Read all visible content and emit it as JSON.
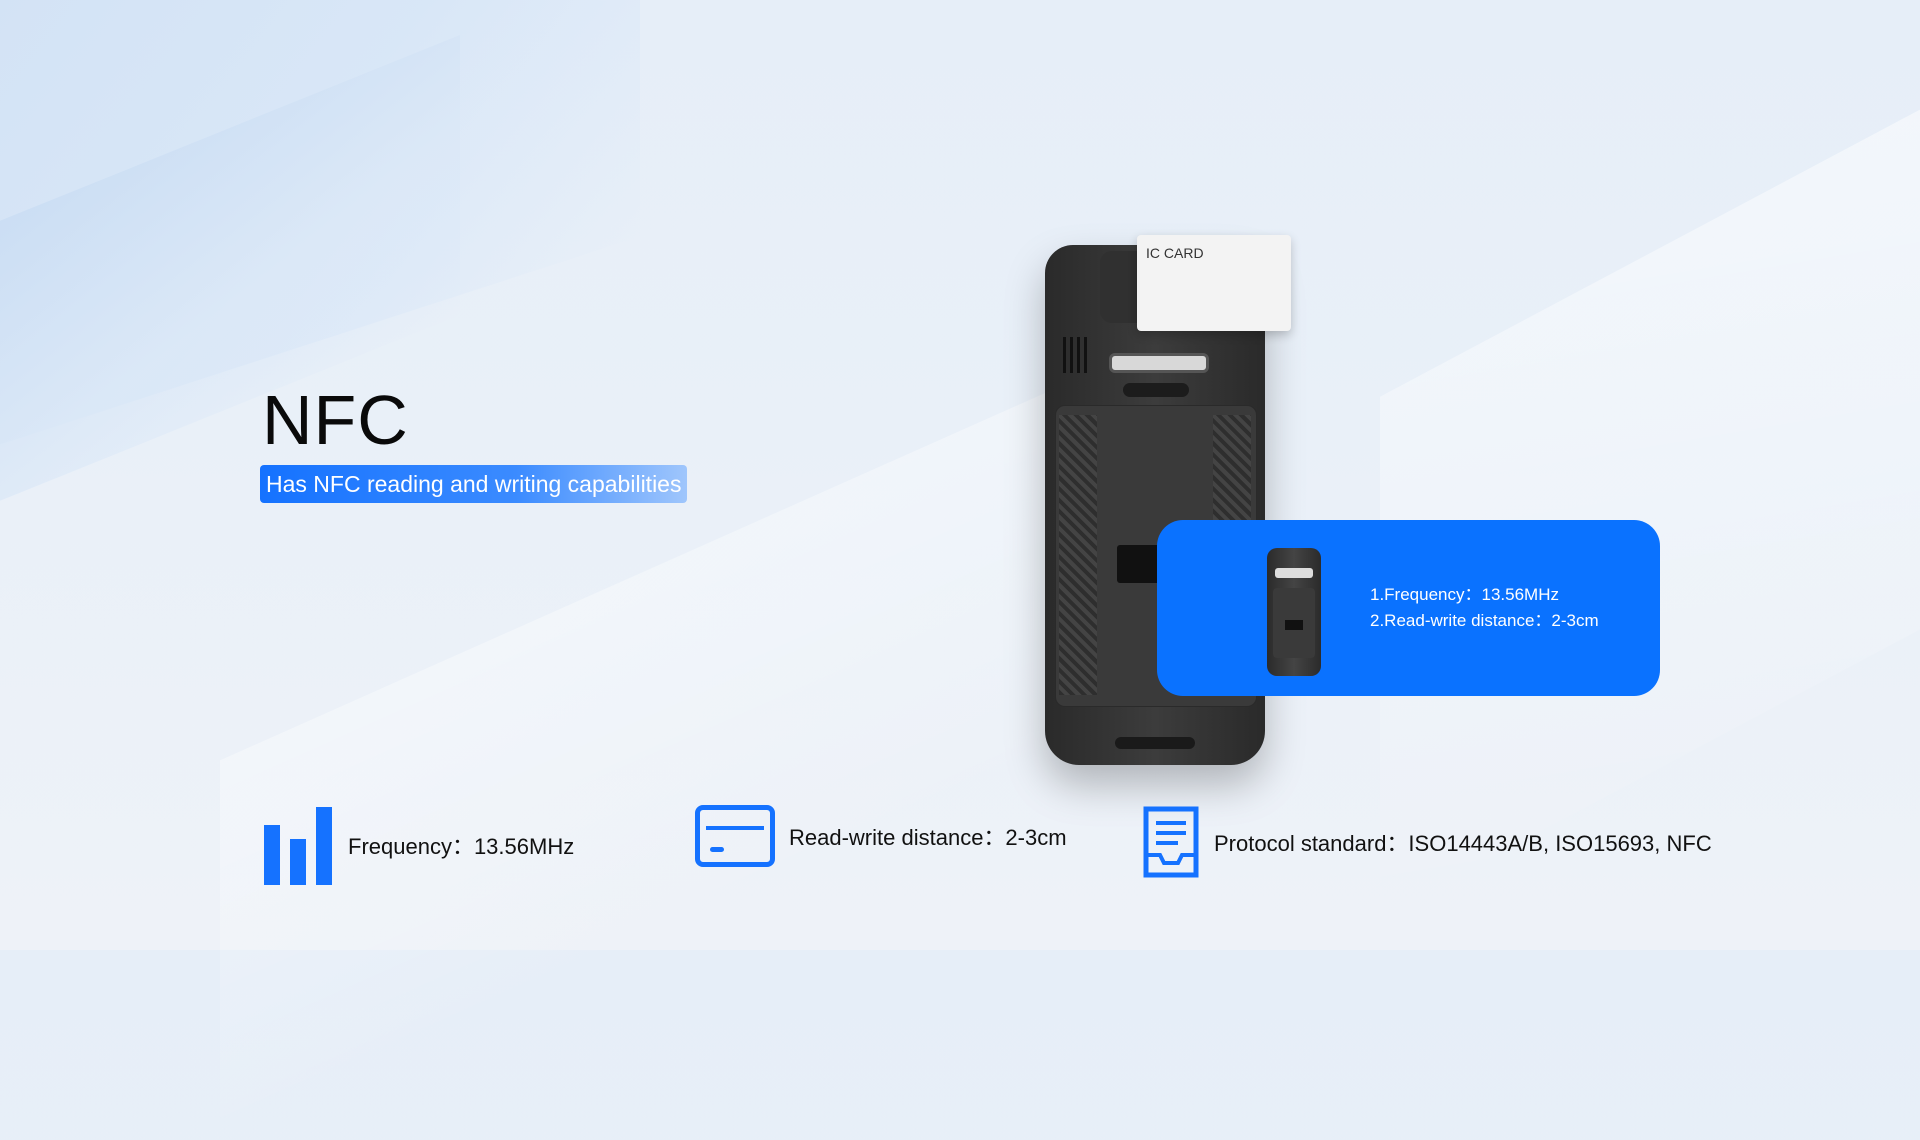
{
  "hero": {
    "title": "NFC",
    "subtitle": "Has NFC reading and writing capabilities"
  },
  "device": {
    "card_label": "IC CARD"
  },
  "info_box": {
    "line1": "1.Frequency：13.56MHz",
    "line2": "2.Read-write distance：2-3cm"
  },
  "features": [
    {
      "icon": "bars-chart-icon",
      "label": "Frequency：13.56MHz"
    },
    {
      "icon": "card-icon",
      "label": "Read-write distance：2-3cm"
    },
    {
      "icon": "document-icon",
      "label": "Protocol standard：ISO14443A/B, ISO15693, NFC"
    }
  ],
  "colors": {
    "accent": "#1572ff",
    "info_box": "#0a72ff",
    "title": "#0a0a0a",
    "background": "#e6eef8"
  }
}
